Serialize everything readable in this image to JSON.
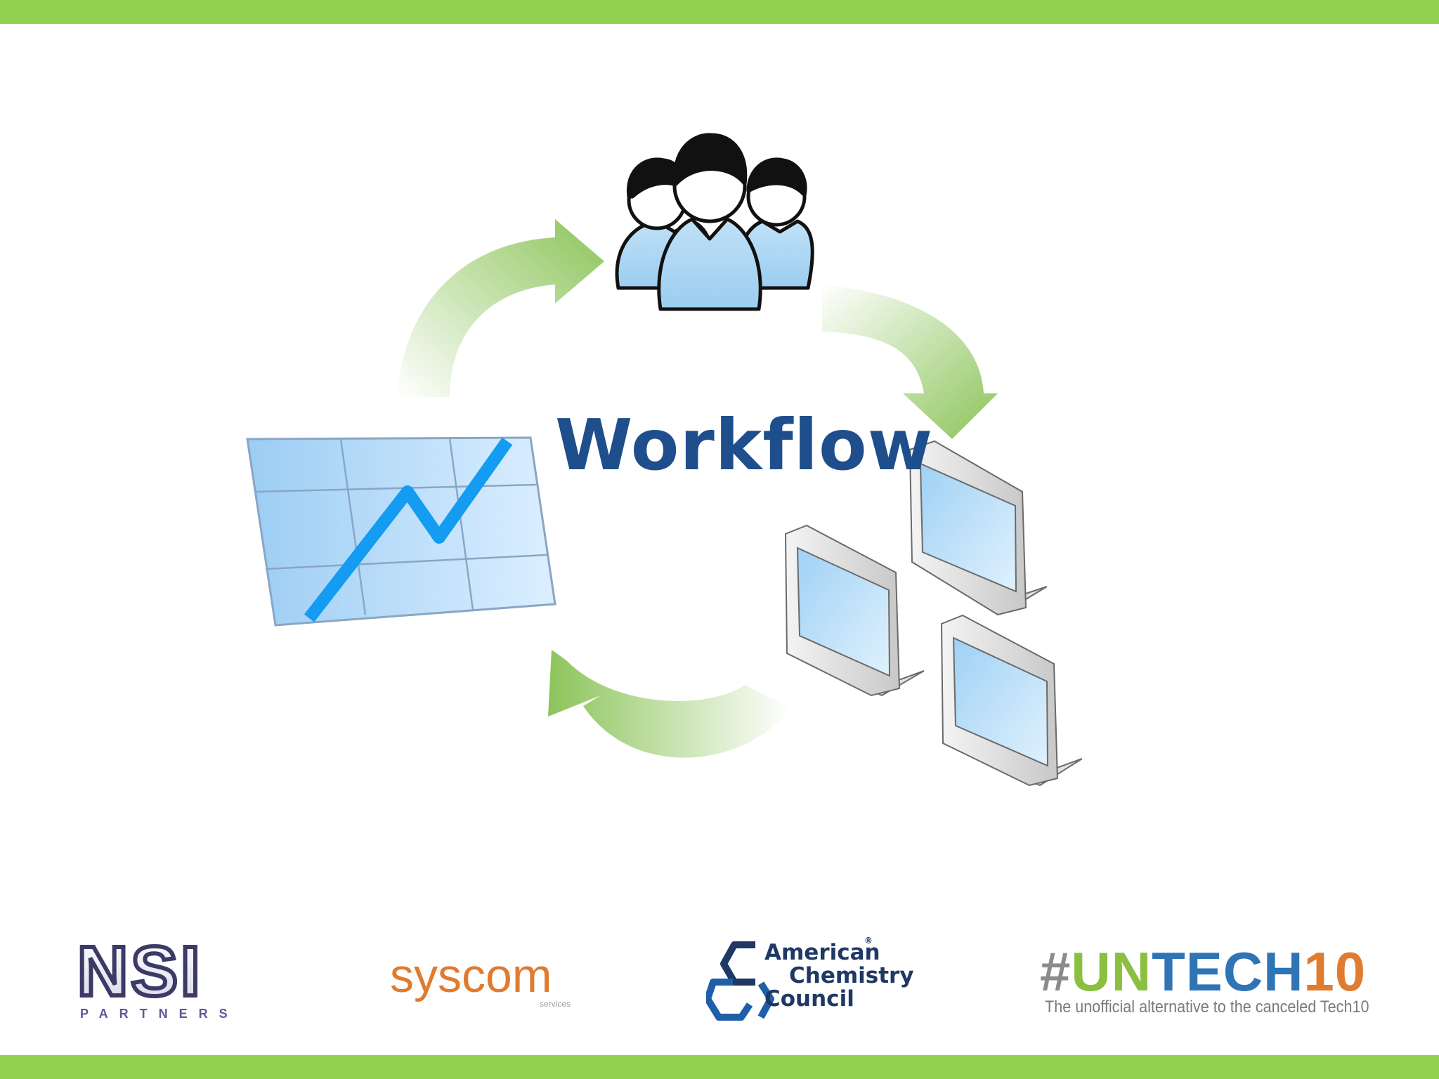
{
  "slide": {
    "title": "Workflow",
    "accent_color": "#92d050",
    "title_color": "#1f4e8c"
  },
  "diagram": {
    "nodes": [
      {
        "name": "people",
        "icon": "users-group-icon"
      },
      {
        "name": "computers",
        "icon": "monitors-icon"
      },
      {
        "name": "chart",
        "icon": "line-chart-icon"
      }
    ],
    "flow": [
      "chart",
      "people",
      "computers",
      "chart"
    ],
    "arrow_color": "#8cc45a"
  },
  "logos": {
    "nsi": {
      "main": "NSI",
      "sub": "PARTNERS"
    },
    "syscom": {
      "main": "syscom",
      "sub": "services"
    },
    "acc": {
      "line1": "American",
      "line2": "Chemistry",
      "line3": "Council",
      "mark": "®"
    },
    "untech": {
      "hash": "#",
      "un": "UN",
      "tech": "TECH",
      "num": "10",
      "subtitle": "The unofficial alternative to the canceled Tech10"
    }
  }
}
